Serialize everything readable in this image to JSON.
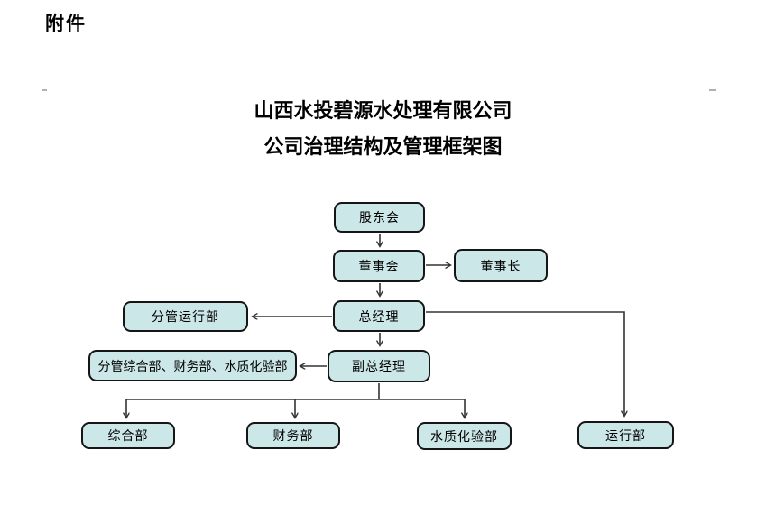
{
  "page": {
    "attachment_label": "附件"
  },
  "title": {
    "line1": "山西水投碧源水处理有限公司",
    "line2": "公司治理结构及管理框架图"
  },
  "org_chart": {
    "nodes": [
      {
        "id": "shareholders-meeting",
        "label": "股东会"
      },
      {
        "id": "board-of-directors",
        "label": "董事会"
      },
      {
        "id": "chairman",
        "label": "董事长"
      },
      {
        "id": "oversees-operations-dept",
        "label": "分管运行部"
      },
      {
        "id": "general-manager",
        "label": "总经理"
      },
      {
        "id": "oversees-admin-finance-lab",
        "label": "分管综合部、财务部、水质化验部"
      },
      {
        "id": "deputy-general-manager",
        "label": "副总经理"
      },
      {
        "id": "general-affairs-dept",
        "label": "综合部"
      },
      {
        "id": "finance-dept",
        "label": "财务部"
      },
      {
        "id": "water-quality-lab-dept",
        "label": "水质化验部"
      },
      {
        "id": "operations-dept",
        "label": "运行部"
      }
    ],
    "edges": [
      {
        "from": "股东会",
        "to": "董事会"
      },
      {
        "from": "董事会",
        "to": "董事长"
      },
      {
        "from": "董事会",
        "to": "总经理"
      },
      {
        "from": "总经理",
        "to": "分管运行部"
      },
      {
        "from": "总经理",
        "to": "运行部"
      },
      {
        "from": "总经理",
        "to": "副总经理"
      },
      {
        "from": "副总经理",
        "to": "分管综合部、财务部、水质化验部"
      },
      {
        "from": "副总经理",
        "to": "综合部"
      },
      {
        "from": "副总经理",
        "to": "财务部"
      },
      {
        "from": "副总经理",
        "to": "水质化验部"
      }
    ],
    "colors": {
      "node_fill": "#cce7e8",
      "node_border": "#151515",
      "line": "#333333"
    }
  }
}
